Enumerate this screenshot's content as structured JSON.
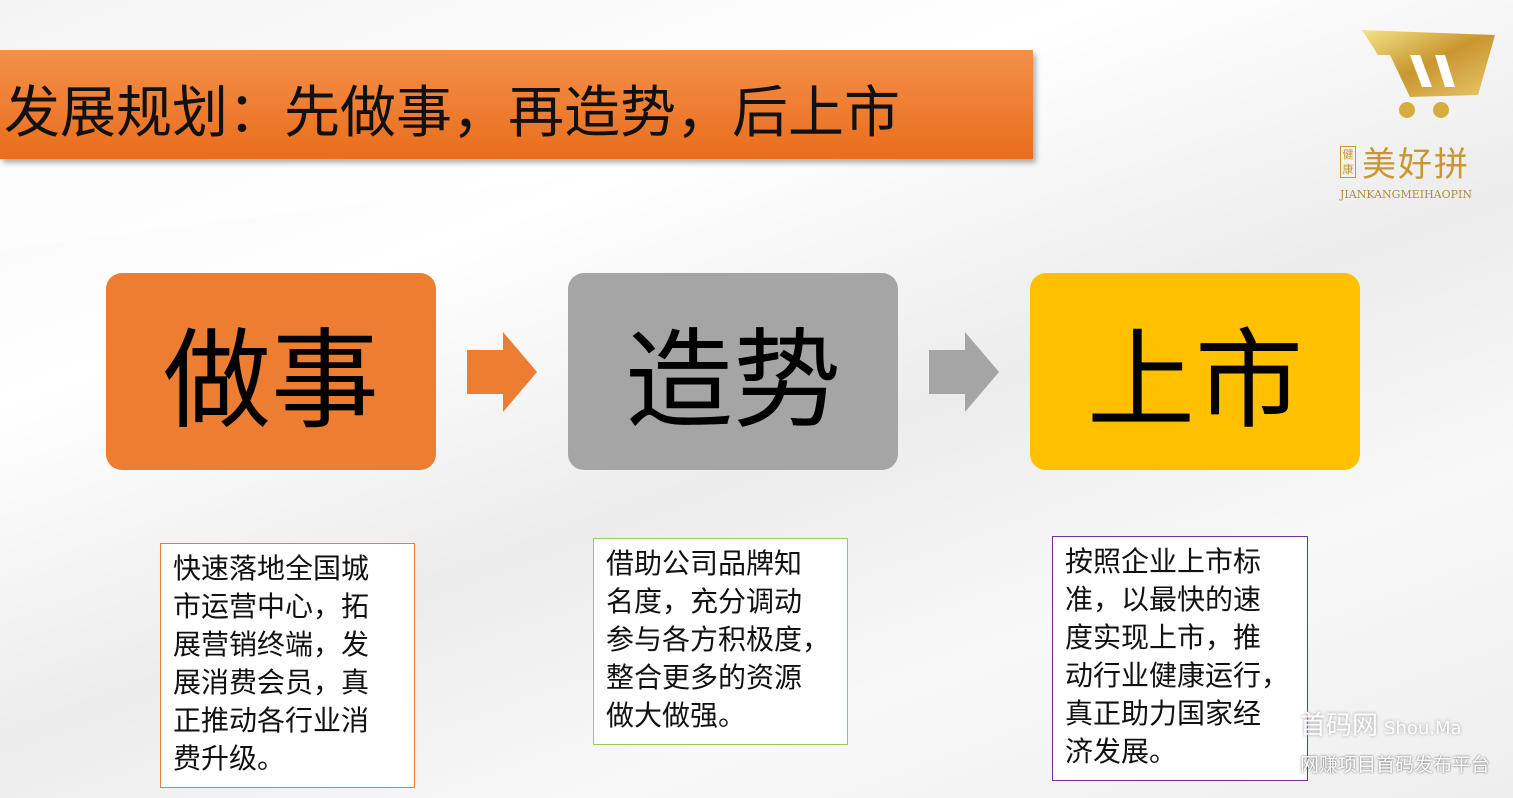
{
  "title": "发展规划：先做事，再造势，后上市",
  "steps": [
    {
      "label": "做事",
      "color": "#ed7d31"
    },
    {
      "label": "造势",
      "color": "#a5a5a5"
    },
    {
      "label": "上市",
      "color": "#ffc000"
    }
  ],
  "arrows": [
    {
      "color": "#ed7d31"
    },
    {
      "color": "#a5a5a5"
    }
  ],
  "descriptions": [
    {
      "border": "#ed7d31",
      "lines": [
        "快速落地全国城",
        "市运营中心，拓",
        "展营销终端，发",
        "展消费会员，真",
        "正推动各行业消",
        "费升级。"
      ]
    },
    {
      "border": "#92d050",
      "lines": [
        "借助公司品牌知",
        "名度，充分调动",
        "参与各方积极度，",
        "整合更多的资源",
        "做大做强。"
      ]
    },
    {
      "border": "#7030a0",
      "lines": [
        "按照企业上市标",
        "准，以最快的速",
        "度实现上市，推",
        "动行业健康运行，",
        "真正助力国家经",
        "济发展。"
      ]
    }
  ],
  "logo": {
    "brand_cn": "美好拼",
    "badge": "健康",
    "pinyin": "JIANKANGMEIHAOPIN",
    "gold": "#c9962f"
  },
  "watermark": {
    "name": "首码网",
    "domain": "Shou.Ma",
    "slogan": "网赚项目首码发布平台"
  }
}
